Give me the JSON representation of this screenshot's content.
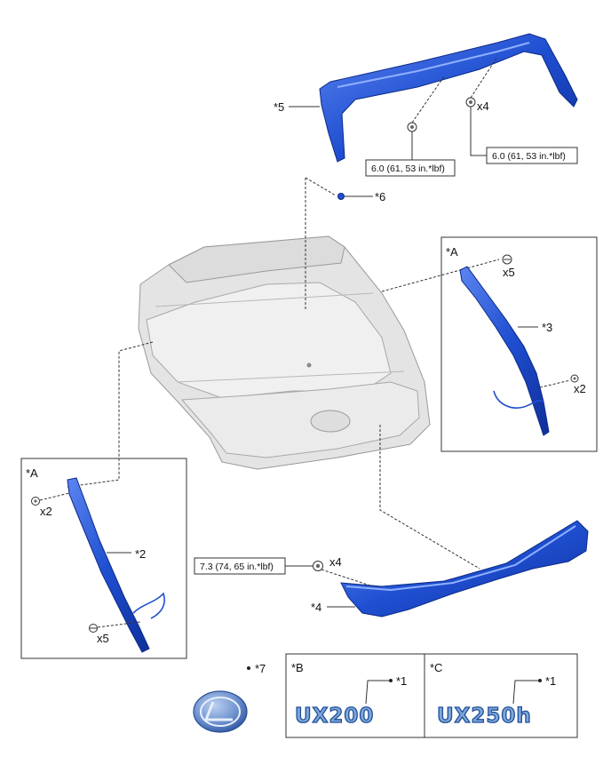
{
  "callouts": {
    "p1_b": "*1",
    "p1_c": "*1",
    "p2": "*2",
    "p3": "*3",
    "p4": "*4",
    "p5": "*5",
    "p6": "*6",
    "p7": "*7"
  },
  "views": {
    "a_right": "*A",
    "a_left": "*A",
    "b": "*B",
    "c": "*C"
  },
  "quantities": {
    "spoiler_nut": "x4",
    "right_screw": "x5",
    "right_clip": "x2",
    "left_clip": "x2",
    "left_screw": "x5",
    "lower_nut": "x4"
  },
  "torques": {
    "spoiler_center": "6.0 (61, 53 in.*lbf)",
    "spoiler_right": "6.0 (61, 53 in.*lbf)",
    "lower_garnish": "7.3 (74, 65 in.*lbf)"
  },
  "badges": {
    "b": "UX200",
    "c": "UX250h"
  },
  "colors": {
    "part_blue": "#1f4fd1",
    "part_highlight": "#5c85f0",
    "panel_gray": "#e4e4e4",
    "badge_fill": "#7fa6d8",
    "badge_outline": "#1d4f9a"
  }
}
